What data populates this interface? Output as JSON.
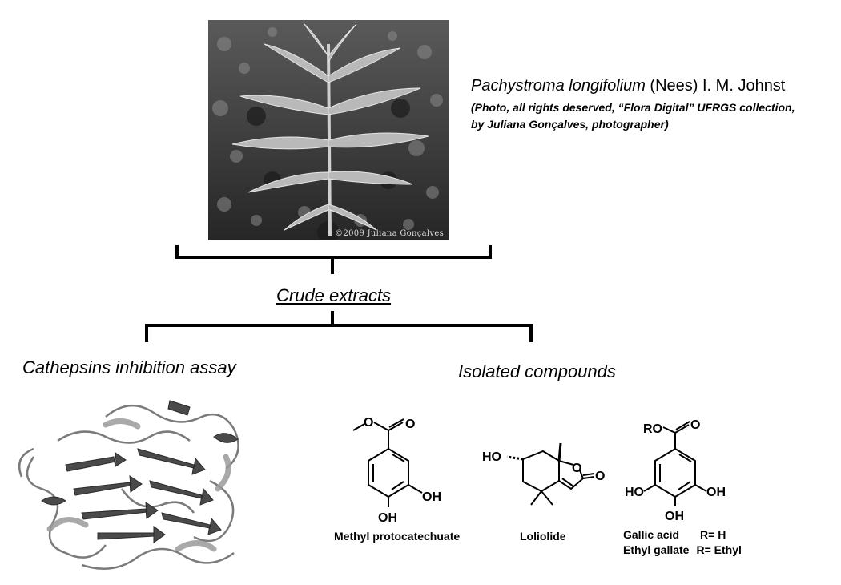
{
  "photo": {
    "watermark": "©2009 Juliana Gonçalves"
  },
  "species": {
    "scientific_name": "Pachystroma longifolium",
    "authority": " (Nees) I. M. Johnst"
  },
  "caption_lines": [
    "(Photo, all rights deserved, “Flora Digital” UFRGS collection,",
    "by Juliana Gonçalves, photographer)"
  ],
  "branch_labels": {
    "crude_extracts": "Crude extracts",
    "assay": "Cathepsins inhibition assay",
    "isolated": "Isolated compounds"
  },
  "compounds": [
    {
      "name": "Methyl protocatechuate"
    },
    {
      "name": "Loliolide"
    },
    {
      "name": "Gallic acid",
      "r_group": "R= H"
    },
    {
      "name": "Ethyl gallate",
      "r_group": "R= Ethyl"
    }
  ],
  "atom_labels": {
    "oxygen": "O",
    "hydroxyl": "OH",
    "hydroxyl_left": "HO",
    "ester_r": "RO"
  }
}
